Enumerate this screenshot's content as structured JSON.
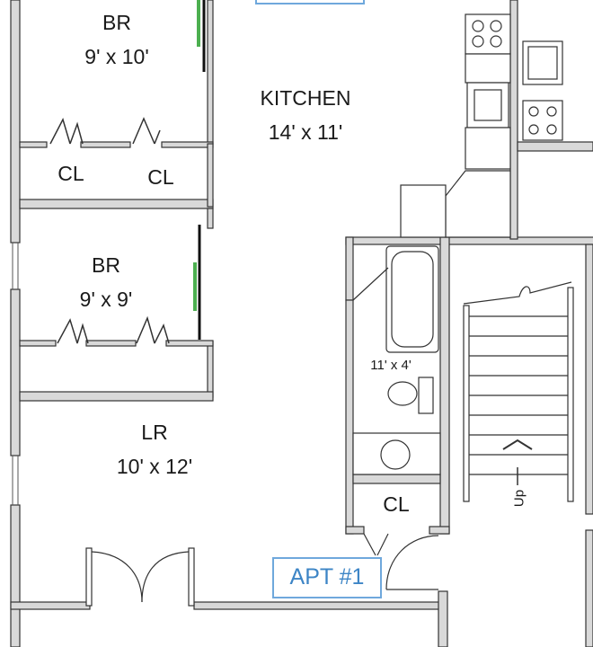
{
  "rooms": {
    "br_top": {
      "name": "BR",
      "dim": "9' x 10'"
    },
    "kitchen": {
      "name": "KITCHEN",
      "dim": "14' x 11'"
    },
    "cl_top_left": {
      "name": "CL"
    },
    "cl_top_right": {
      "name": "CL"
    },
    "br_mid": {
      "name": "BR",
      "dim": "9' x 9'"
    },
    "bath": {
      "dim": "11' x 4'"
    },
    "lr": {
      "name": "LR",
      "dim": "10' x 12'"
    },
    "cl_bath": {
      "name": "CL"
    }
  },
  "stairs": {
    "label": "Up"
  },
  "apartment": {
    "label": "APT #1"
  },
  "colors": {
    "wall_fill": "#d9d9d9",
    "wall_stroke": "#333333",
    "window": "#4caf50",
    "accent": "#6fa8dc"
  }
}
